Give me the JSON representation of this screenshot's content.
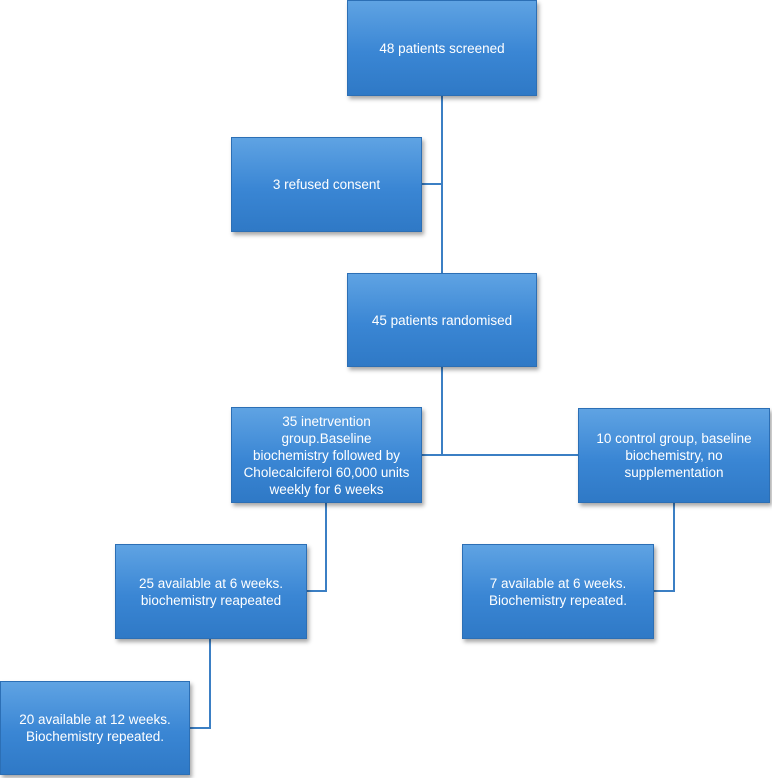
{
  "flowchart": {
    "screened": {
      "lines": [
        "48 patients screened"
      ]
    },
    "refused": {
      "lines": [
        "3 refused consent"
      ]
    },
    "randomised": {
      "lines": [
        "45 patients randomised"
      ]
    },
    "intervention": {
      "lines": [
        "35 inetrvention",
        "group.Baseline",
        "biochemistry followed by",
        "Cholecalciferol 60,000 units",
        "weekly for 6 weeks"
      ]
    },
    "control": {
      "lines": [
        "10 control group, baseline",
        "biochemistry, no",
        "supplementation"
      ]
    },
    "intervention_6wk": {
      "lines": [
        "25 available at 6 weeks.",
        "biochemistry reapeated"
      ]
    },
    "control_6wk": {
      "lines": [
        "7 available at 6 weeks.",
        "Biochemistry repeated."
      ]
    },
    "intervention_12wk": {
      "lines": [
        "20 available at 12 weeks.",
        "Biochemistry repeated."
      ]
    }
  },
  "colors": {
    "box_fill": "#3a86d4",
    "box_border": "#2c6fb5",
    "connector": "#3b7fc4",
    "text": "#ffffff"
  }
}
